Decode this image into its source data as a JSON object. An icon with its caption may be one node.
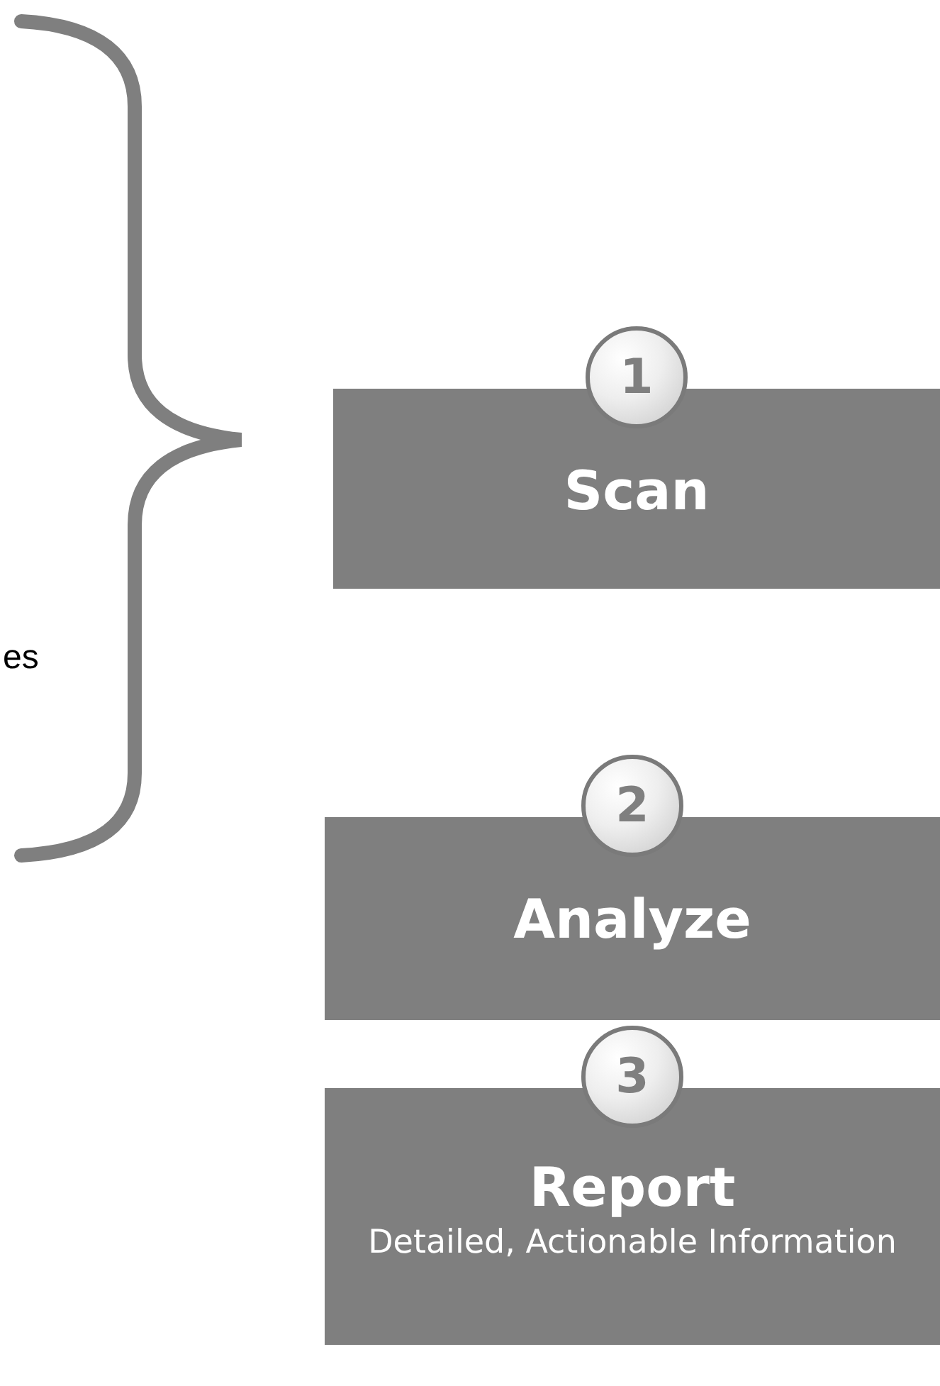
{
  "diagram": {
    "nodes": [
      {
        "text": [
          "1",
          "Scan"
        ]
      },
      {
        "text": [
          "2",
          "Analyze"
        ]
      },
      {
        "text": [
          "3",
          "Report",
          "Detailed, Actionable Information"
        ]
      }
    ],
    "labels": [
      "es"
    ]
  }
}
